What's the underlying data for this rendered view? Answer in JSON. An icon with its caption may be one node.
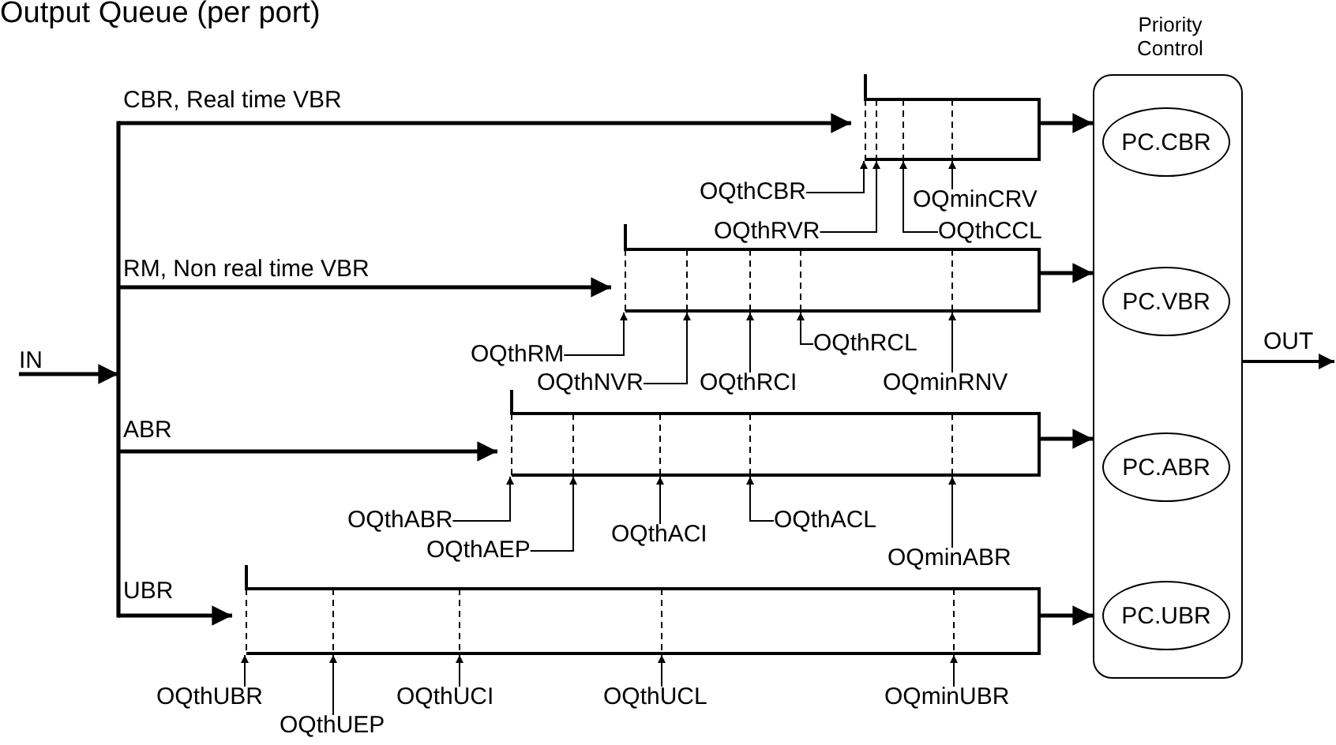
{
  "diagram": {
    "title": "Output Queue (per port)",
    "nodes": [
      {
        "text": [
          "IN"
        ]
      },
      {
        "text": [],
        "shape": "box"
      },
      {
        "text": [],
        "shape": "box"
      },
      {
        "text": [],
        "shape": "box"
      },
      {
        "text": [],
        "shape": "box"
      },
      {
        "text": [
          "Priority Control"
        ]
      },
      {
        "text": [
          "PC.CBR"
        ],
        "in": 5
      },
      {
        "text": [
          "PC.VBR"
        ],
        "in": 5
      },
      {
        "text": [
          "PC.ABR"
        ],
        "in": 5
      },
      {
        "text": [
          "PC.UBR"
        ],
        "in": 5
      },
      {
        "text": [
          "OQthCBR"
        ]
      },
      {
        "text": [
          "OQminCRV"
        ]
      },
      {
        "text": [
          "OQthRVR"
        ]
      },
      {
        "text": [
          "OQthCCL"
        ]
      },
      {
        "text": [
          "OQthRM"
        ]
      },
      {
        "text": [
          "OQthRCL"
        ]
      },
      {
        "text": [
          "OQthNVR"
        ]
      },
      {
        "text": [
          "OQthRCI"
        ]
      },
      {
        "text": [
          "OQminRNV"
        ]
      },
      {
        "text": [
          "OQthABR"
        ]
      },
      {
        "text": [
          "OQthACL"
        ]
      },
      {
        "text": [
          "OQthACI"
        ]
      },
      {
        "text": [
          "OQthAEP"
        ]
      },
      {
        "text": [
          "OQminABR"
        ]
      },
      {
        "text": [
          "OQthUBR"
        ]
      },
      {
        "text": [
          "OQthUCI"
        ]
      },
      {
        "text": [
          "OQthUCL"
        ]
      },
      {
        "text": [
          "OQminUBR"
        ]
      },
      {
        "text": [
          "OQthUEP"
        ]
      }
    ],
    "edges": [
      {
        "from": 0,
        "to": 1,
        "arrow": "to",
        "label": "CBR, Real time VBR",
        "style": "thick"
      },
      {
        "from": 0,
        "to": 2,
        "arrow": "to",
        "label": "RM, Non real time VBR",
        "style": "thick"
      },
      {
        "from": 0,
        "to": 3,
        "arrow": "to",
        "label": "ABR",
        "style": "thick"
      },
      {
        "from": 0,
        "to": 4,
        "arrow": "to",
        "label": "UBR",
        "style": "thick"
      },
      {
        "from": 1,
        "to": 5,
        "arrow": "to",
        "style": "thick"
      },
      {
        "from": 2,
        "to": 5,
        "arrow": "to",
        "style": "thick"
      },
      {
        "from": 3,
        "to": 5,
        "arrow": "to",
        "style": "thick"
      },
      {
        "from": 4,
        "to": 5,
        "arrow": "to",
        "style": "thick"
      },
      {
        "from": 5,
        "to": null,
        "arrow": "to",
        "label": "OUT"
      },
      {
        "from": 10,
        "to": 1,
        "arrow": "to"
      },
      {
        "from": 11,
        "to": 1,
        "arrow": "to"
      },
      {
        "from": 12,
        "to": 1,
        "arrow": "to"
      },
      {
        "from": 13,
        "to": 1,
        "arrow": "to"
      },
      {
        "from": 14,
        "to": 2,
        "arrow": "to"
      },
      {
        "from": 15,
        "to": 2,
        "arrow": "to"
      },
      {
        "from": 16,
        "to": 2,
        "arrow": "to"
      },
      {
        "from": 17,
        "to": 2,
        "arrow": "to"
      },
      {
        "from": 18,
        "to": 2,
        "arrow": "to"
      },
      {
        "from": 19,
        "to": 3,
        "arrow": "to"
      },
      {
        "from": 20,
        "to": 3,
        "arrow": "to"
      },
      {
        "from": 21,
        "to": 3,
        "arrow": "to"
      },
      {
        "from": 22,
        "to": 3,
        "arrow": "to"
      },
      {
        "from": 23,
        "to": 3,
        "arrow": "to"
      },
      {
        "from": 24,
        "to": 4,
        "arrow": "to"
      },
      {
        "from": 25,
        "to": 4,
        "arrow": "to"
      },
      {
        "from": 26,
        "to": 4,
        "arrow": "to"
      },
      {
        "from": 27,
        "to": 4,
        "arrow": "to"
      },
      {
        "from": 28,
        "to": 4,
        "arrow": "to"
      }
    ]
  }
}
